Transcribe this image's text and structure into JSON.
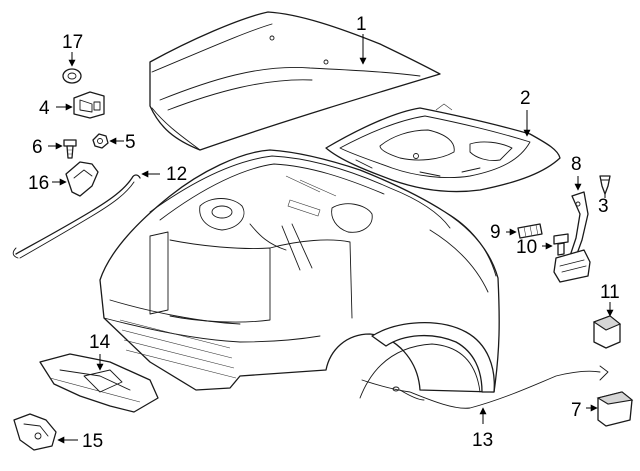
{
  "colors": {
    "line": "#1a1a1a",
    "background": "#ffffff",
    "shade": "#d6d6d6"
  },
  "callouts": [
    {
      "id": "1",
      "label": "1"
    },
    {
      "id": "2",
      "label": "2"
    },
    {
      "id": "3",
      "label": "3"
    },
    {
      "id": "4",
      "label": "4"
    },
    {
      "id": "5",
      "label": "5"
    },
    {
      "id": "6",
      "label": "6"
    },
    {
      "id": "7",
      "label": "7"
    },
    {
      "id": "8",
      "label": "8"
    },
    {
      "id": "9",
      "label": "9"
    },
    {
      "id": "10",
      "label": "10"
    },
    {
      "id": "11",
      "label": "11"
    },
    {
      "id": "12",
      "label": "12"
    },
    {
      "id": "13",
      "label": "13"
    },
    {
      "id": "14",
      "label": "14"
    },
    {
      "id": "15",
      "label": "15"
    },
    {
      "id": "16",
      "label": "16"
    },
    {
      "id": "17",
      "label": "17"
    }
  ]
}
